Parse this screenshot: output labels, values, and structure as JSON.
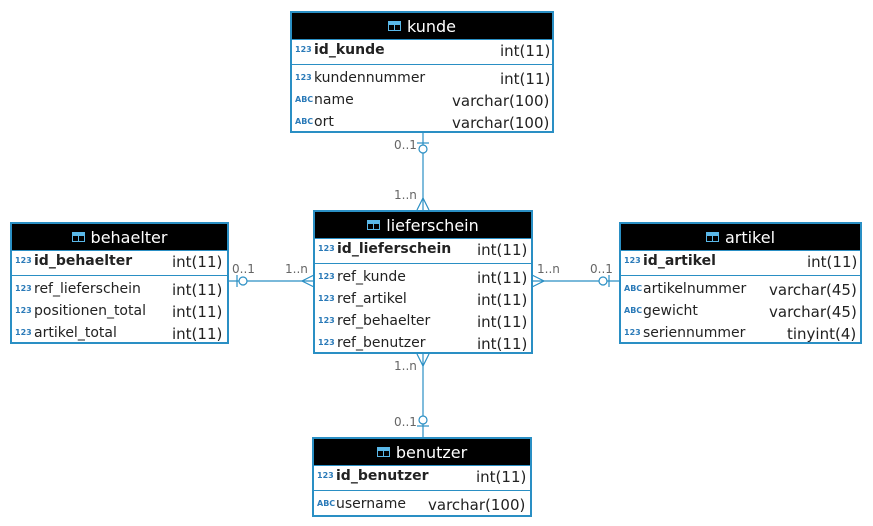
{
  "entities": {
    "kunde": {
      "title": "kunde",
      "pk": {
        "icon": "123",
        "name": "id_kunde",
        "type": "int(11)"
      },
      "fields": [
        {
          "icon": "123",
          "name": "kundennummer",
          "type": "int(11)"
        },
        {
          "icon": "ABC",
          "name": "name",
          "type": "varchar(100)"
        },
        {
          "icon": "ABC",
          "name": "ort",
          "type": "varchar(100)"
        }
      ]
    },
    "behaelter": {
      "title": "behaelter",
      "pk": {
        "icon": "123",
        "name": "id_behaelter",
        "type": "int(11)"
      },
      "fields": [
        {
          "icon": "123",
          "name": "ref_lieferschein",
          "type": "int(11)"
        },
        {
          "icon": "123",
          "name": "positionen_total",
          "type": "int(11)"
        },
        {
          "icon": "123",
          "name": "artikel_total",
          "type": "int(11)"
        }
      ]
    },
    "lieferschein": {
      "title": "lieferschein",
      "pk": {
        "icon": "123",
        "name": "id_lieferschein",
        "type": "int(11)"
      },
      "fields": [
        {
          "icon": "123",
          "name": "ref_kunde",
          "type": "int(11)"
        },
        {
          "icon": "123",
          "name": "ref_artikel",
          "type": "int(11)"
        },
        {
          "icon": "123",
          "name": "ref_behaelter",
          "type": "int(11)"
        },
        {
          "icon": "123",
          "name": "ref_benutzer",
          "type": "int(11)"
        }
      ]
    },
    "artikel": {
      "title": "artikel",
      "pk": {
        "icon": "123",
        "name": "id_artikel",
        "type": "int(11)"
      },
      "fields": [
        {
          "icon": "ABC",
          "name": "artikelnummer",
          "type": "varchar(45)"
        },
        {
          "icon": "ABC",
          "name": "gewicht",
          "type": "varchar(45)"
        },
        {
          "icon": "123",
          "name": "seriennummer",
          "type": "tinyint(4)"
        }
      ]
    },
    "benutzer": {
      "title": "benutzer",
      "pk": {
        "icon": "123",
        "name": "id_benutzer",
        "type": "int(11)"
      },
      "fields": [
        {
          "icon": "ABC",
          "name": "username",
          "type": "varchar(100)"
        }
      ]
    }
  },
  "cardinalities": {
    "kunde_side": "0..1",
    "lieferschein_top": "1..n",
    "behaelter_side": "0..1",
    "lieferschein_left": "1..n",
    "lieferschein_right": "1..n",
    "artikel_side": "0..1",
    "lieferschein_bottom": "1..n",
    "benutzer_side": "0..1"
  },
  "colors": {
    "border": "#2a8fc4",
    "header": "#000000"
  }
}
